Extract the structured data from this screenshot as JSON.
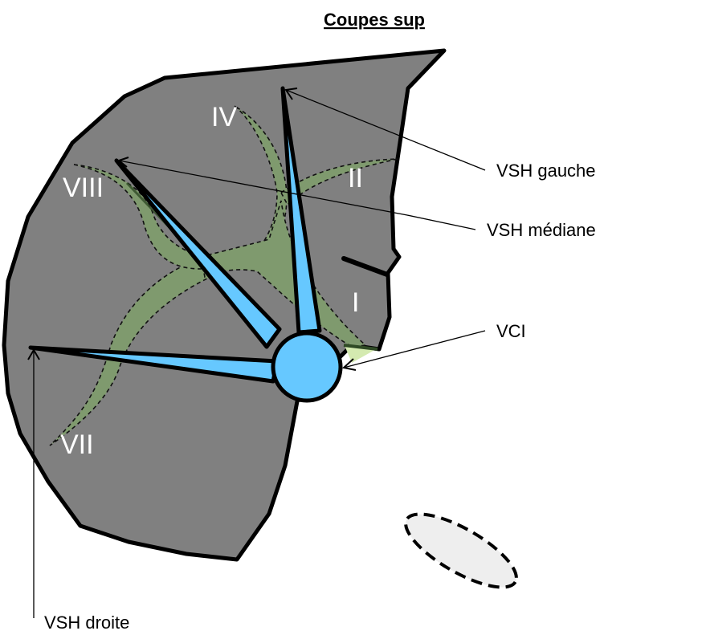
{
  "title": "Coupes sup",
  "segments": {
    "iv": "IV",
    "viii": "VIII",
    "ii": "II",
    "i": "I",
    "vii": "VII"
  },
  "callouts": {
    "vsh_gauche": "VSH gauche",
    "vsh_mediane": "VSH médiane",
    "vci": "VCI",
    "vsh_droite": "VSH droite"
  },
  "colors": {
    "liver": "#808080",
    "vein": "#66c8ff",
    "portal": "#7f9a6e",
    "portal_light": "#d4eab0",
    "outline": "#000000",
    "background": "#ffffff",
    "ellipse_fill": "#eeeeee"
  }
}
